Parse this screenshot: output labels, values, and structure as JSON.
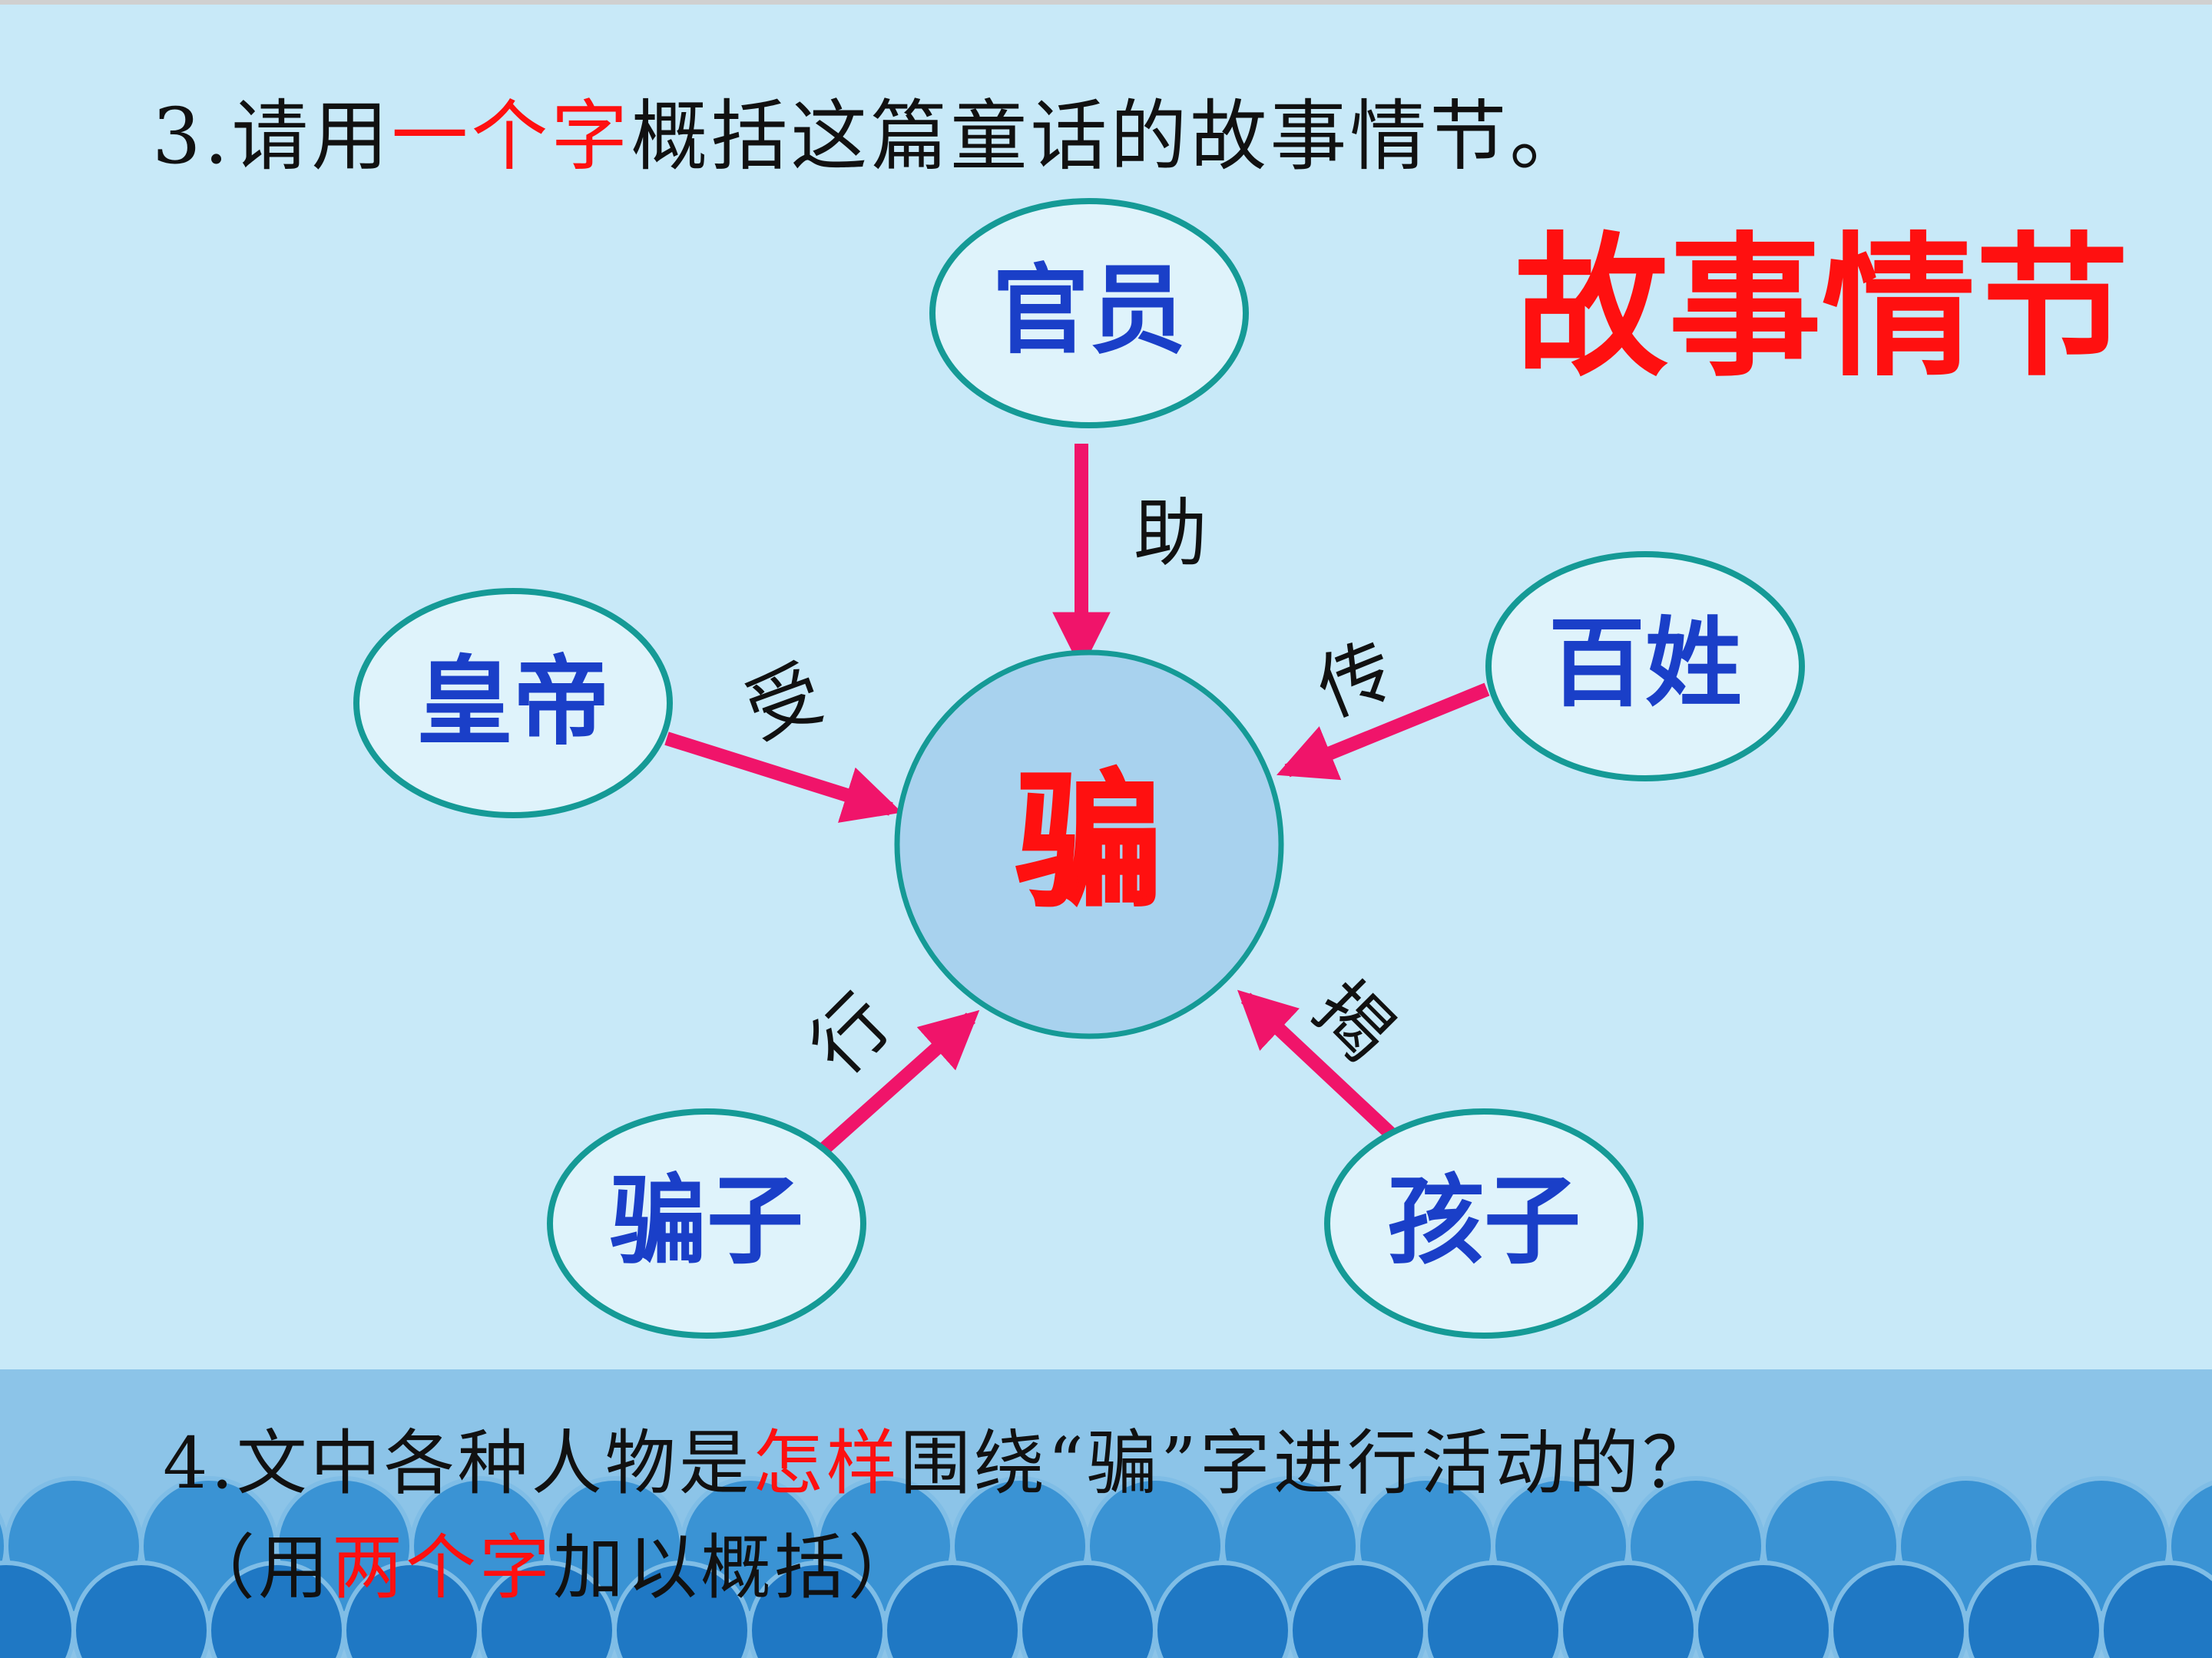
{
  "question_3": {
    "number": "3.",
    "before": "请用",
    "highlight": "一个字",
    "after": "概括这篇童话的故事情节。"
  },
  "section_title": "故事情节",
  "diagram": {
    "center": {
      "label": "骗"
    },
    "nodes": [
      {
        "id": "officials",
        "label": "官员",
        "edge_label": "助"
      },
      {
        "id": "emperor",
        "label": "皇帝",
        "edge_label": "受"
      },
      {
        "id": "people",
        "label": "百姓",
        "edge_label": "传"
      },
      {
        "id": "swindlers",
        "label": "骗子",
        "edge_label": "行"
      },
      {
        "id": "child",
        "label": "孩子",
        "edge_label": "揭"
      }
    ]
  },
  "question_4": {
    "number": "4.",
    "before": "文中各种人物是",
    "highlight": "怎样",
    "after": "围绕“骗”字进行活动的？",
    "line2_before": "（用",
    "line2_highlight": "两个字",
    "line2_after": "加以概括）"
  },
  "colors": {
    "background": "#c8e9f8",
    "node_fill": "#dff3fb",
    "node_stroke": "#159a96",
    "center_fill": "#a8d2ee",
    "arrow": "#f0146a",
    "node_text": "#1a3fc8",
    "highlight": "#ff1010",
    "sea_band": "#8cc4e8",
    "wave_light": "#3a93d4",
    "wave_dark": "#1f78c4"
  }
}
